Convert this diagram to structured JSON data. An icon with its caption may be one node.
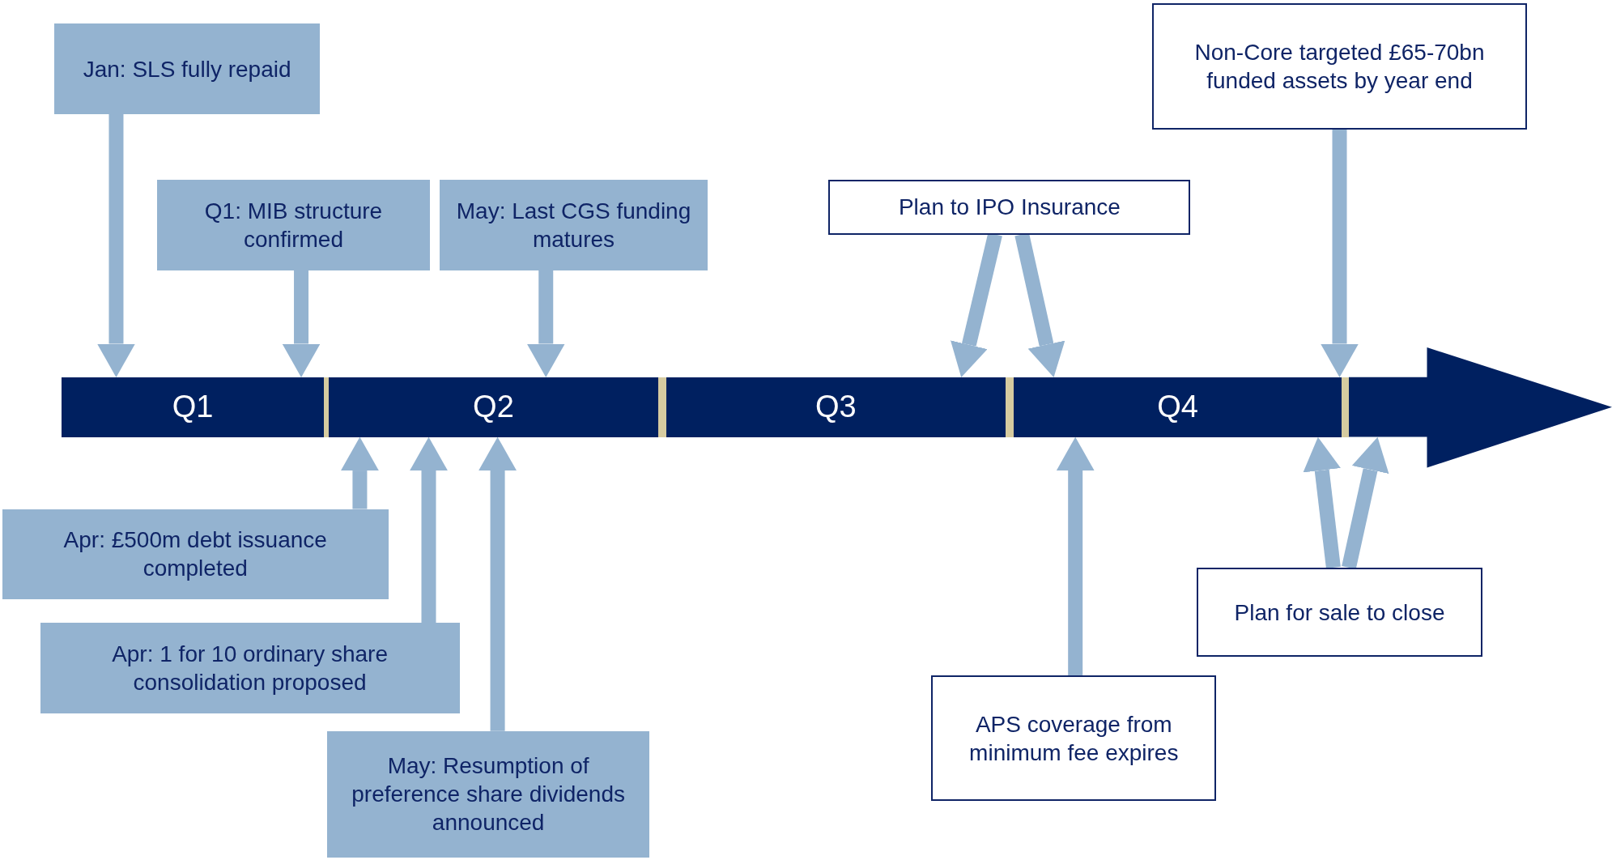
{
  "diagram": {
    "nodes": [
      {
        "text": [
          "Jan: SLS fully repaid"
        ]
      },
      {
        "text": [
          "Q1: MIB structure confirmed"
        ]
      },
      {
        "text": [
          "May: Last CGS funding matures"
        ]
      },
      {
        "text": [
          "Plan to IPO Insurance"
        ]
      },
      {
        "text": [
          "Non-Core targeted £65-70bn funded assets by year end"
        ]
      },
      {
        "text": [
          "Q1"
        ]
      },
      {
        "text": [
          "Q2"
        ]
      },
      {
        "text": [
          "Q3"
        ]
      },
      {
        "text": [
          "Q4"
        ]
      },
      {
        "text": [],
        "shape": "arrow"
      },
      {
        "text": [
          "Apr: £500m debt issuance completed"
        ]
      },
      {
        "text": [
          "Apr: 1 for 10 ordinary share consolidation proposed"
        ]
      },
      {
        "text": [
          "May: Resumption of preference share dividends announced"
        ]
      },
      {
        "text": [
          "APS coverage from minimum fee expires"
        ]
      },
      {
        "text": [
          "Plan for sale to close"
        ]
      }
    ],
    "edges": [
      {
        "from": 0,
        "to": 5,
        "arrow": "to"
      },
      {
        "from": 1,
        "to": 5,
        "arrow": "to"
      },
      {
        "from": 2,
        "to": 6,
        "arrow": "to"
      },
      {
        "from": 3,
        "to": 7,
        "arrow": "to"
      },
      {
        "from": 3,
        "to": 8,
        "arrow": "to"
      },
      {
        "from": 4,
        "to": 8,
        "arrow": "to"
      },
      {
        "from": 10,
        "to": 6,
        "arrow": "to"
      },
      {
        "from": 11,
        "to": 6,
        "arrow": "to"
      },
      {
        "from": 12,
        "to": 6,
        "arrow": "to"
      },
      {
        "from": 13,
        "to": 8,
        "arrow": "to"
      },
      {
        "from": 14,
        "to": 8,
        "arrow": "to"
      },
      {
        "from": 14,
        "to": 9,
        "arrow": "to"
      }
    ]
  }
}
